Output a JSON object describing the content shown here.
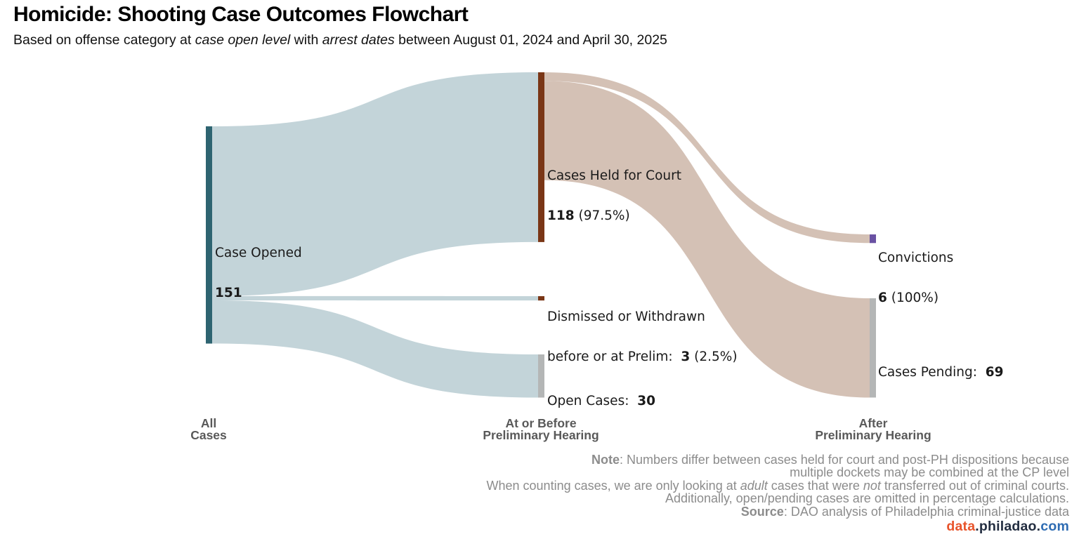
{
  "header": {
    "title": "Homicide: Shooting Case Outcomes Flowchart",
    "subtitle": {
      "part1": "Based on offense category at ",
      "italic1": "case open level",
      "part2": " with ",
      "italic2": "arrest dates",
      "part3": " between August 01, 2024 and April 30, 2025"
    }
  },
  "chart_data": {
    "type": "sankey",
    "unit": "cases",
    "nodes": [
      {
        "id": "case_opened",
        "label": "Case Opened",
        "value": 151,
        "column": 0,
        "color": "#2e6471"
      },
      {
        "id": "held",
        "label": "Cases Held for Court",
        "value": 118,
        "percent_of_stage": "97.5%",
        "column": 1,
        "color": "#7a3616"
      },
      {
        "id": "dismissed",
        "label": "Dismissed or Withdrawn before or at Prelim",
        "value": 3,
        "percent_of_stage": "2.5%",
        "column": 1,
        "color": "#7a3616"
      },
      {
        "id": "open",
        "label": "Open Cases",
        "value": 30,
        "column": 1,
        "color": "#b4b6b6"
      },
      {
        "id": "convictions",
        "label": "Convictions",
        "value": 6,
        "percent_of_stage": "100%",
        "column": 2,
        "color": "#6a52a3"
      },
      {
        "id": "pending",
        "label": "Cases Pending",
        "value": 69,
        "column": 2,
        "color": "#b4b6b6"
      }
    ],
    "links": [
      {
        "source": "case_opened",
        "target": "held",
        "value": 118,
        "color": "#c3d4d9"
      },
      {
        "source": "case_opened",
        "target": "dismissed",
        "value": 3,
        "color": "#c3d4d9"
      },
      {
        "source": "case_opened",
        "target": "open",
        "value": 30,
        "color": "#c3d4d9"
      },
      {
        "source": "held",
        "target": "convictions",
        "value": 6,
        "color": "#d4c1b5"
      },
      {
        "source": "held",
        "target": "pending",
        "value": 69,
        "color": "#d4c1b5"
      }
    ],
    "column_labels": [
      [
        "All",
        "Cases"
      ],
      [
        "At or Before",
        "Preliminary Hearing"
      ],
      [
        "After",
        "Preliminary Hearing"
      ]
    ]
  },
  "labels": {
    "case_opened": {
      "name": "Case Opened",
      "value": "151"
    },
    "held": {
      "name": "Cases Held for Court",
      "value": "118",
      "pct": " (97.5%)"
    },
    "dismissed": {
      "line1": "Dismissed or Withdrawn",
      "line2_prefix": "before or at Prelim:  ",
      "value": "3",
      "pct": " (2.5%)"
    },
    "open": {
      "prefix": "Open Cases:  ",
      "value": "30"
    },
    "convictions": {
      "name": "Convictions",
      "value": "6",
      "pct": " (100%)"
    },
    "pending": {
      "prefix": "Cases Pending:  ",
      "value": "69"
    }
  },
  "footer": {
    "note_label": "Note",
    "note_rest": ": Numbers differ between cases held for court and post-PH dispositions because",
    "note_line2": "multiple dockets may be combined at the CP level",
    "line3_a": "When counting cases, we are only looking at ",
    "line3_i1": "adult",
    "line3_b": " cases that were ",
    "line3_i2": "not",
    "line3_c": " transferred out of criminal courts.",
    "line4": "Additionally, open/pending cases are omitted in percentage calculations.",
    "source_label": "Source",
    "source_rest": ": DAO analysis of Philadelphia criminal-justice data"
  },
  "logo": {
    "part1": "data",
    "dot1": ".",
    "part2": "philadao",
    "dot2": ".",
    "part3": "com"
  }
}
